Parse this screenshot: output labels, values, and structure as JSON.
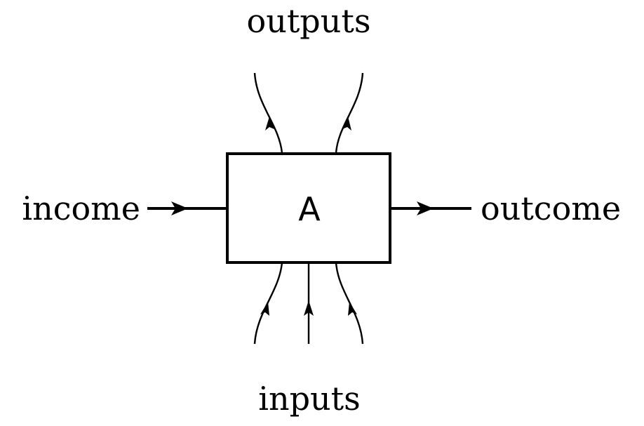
{
  "diagram": {
    "box_label": "A",
    "left_label": "income",
    "right_label": "outcome",
    "top_label": "outputs",
    "bottom_label": "inputs"
  }
}
